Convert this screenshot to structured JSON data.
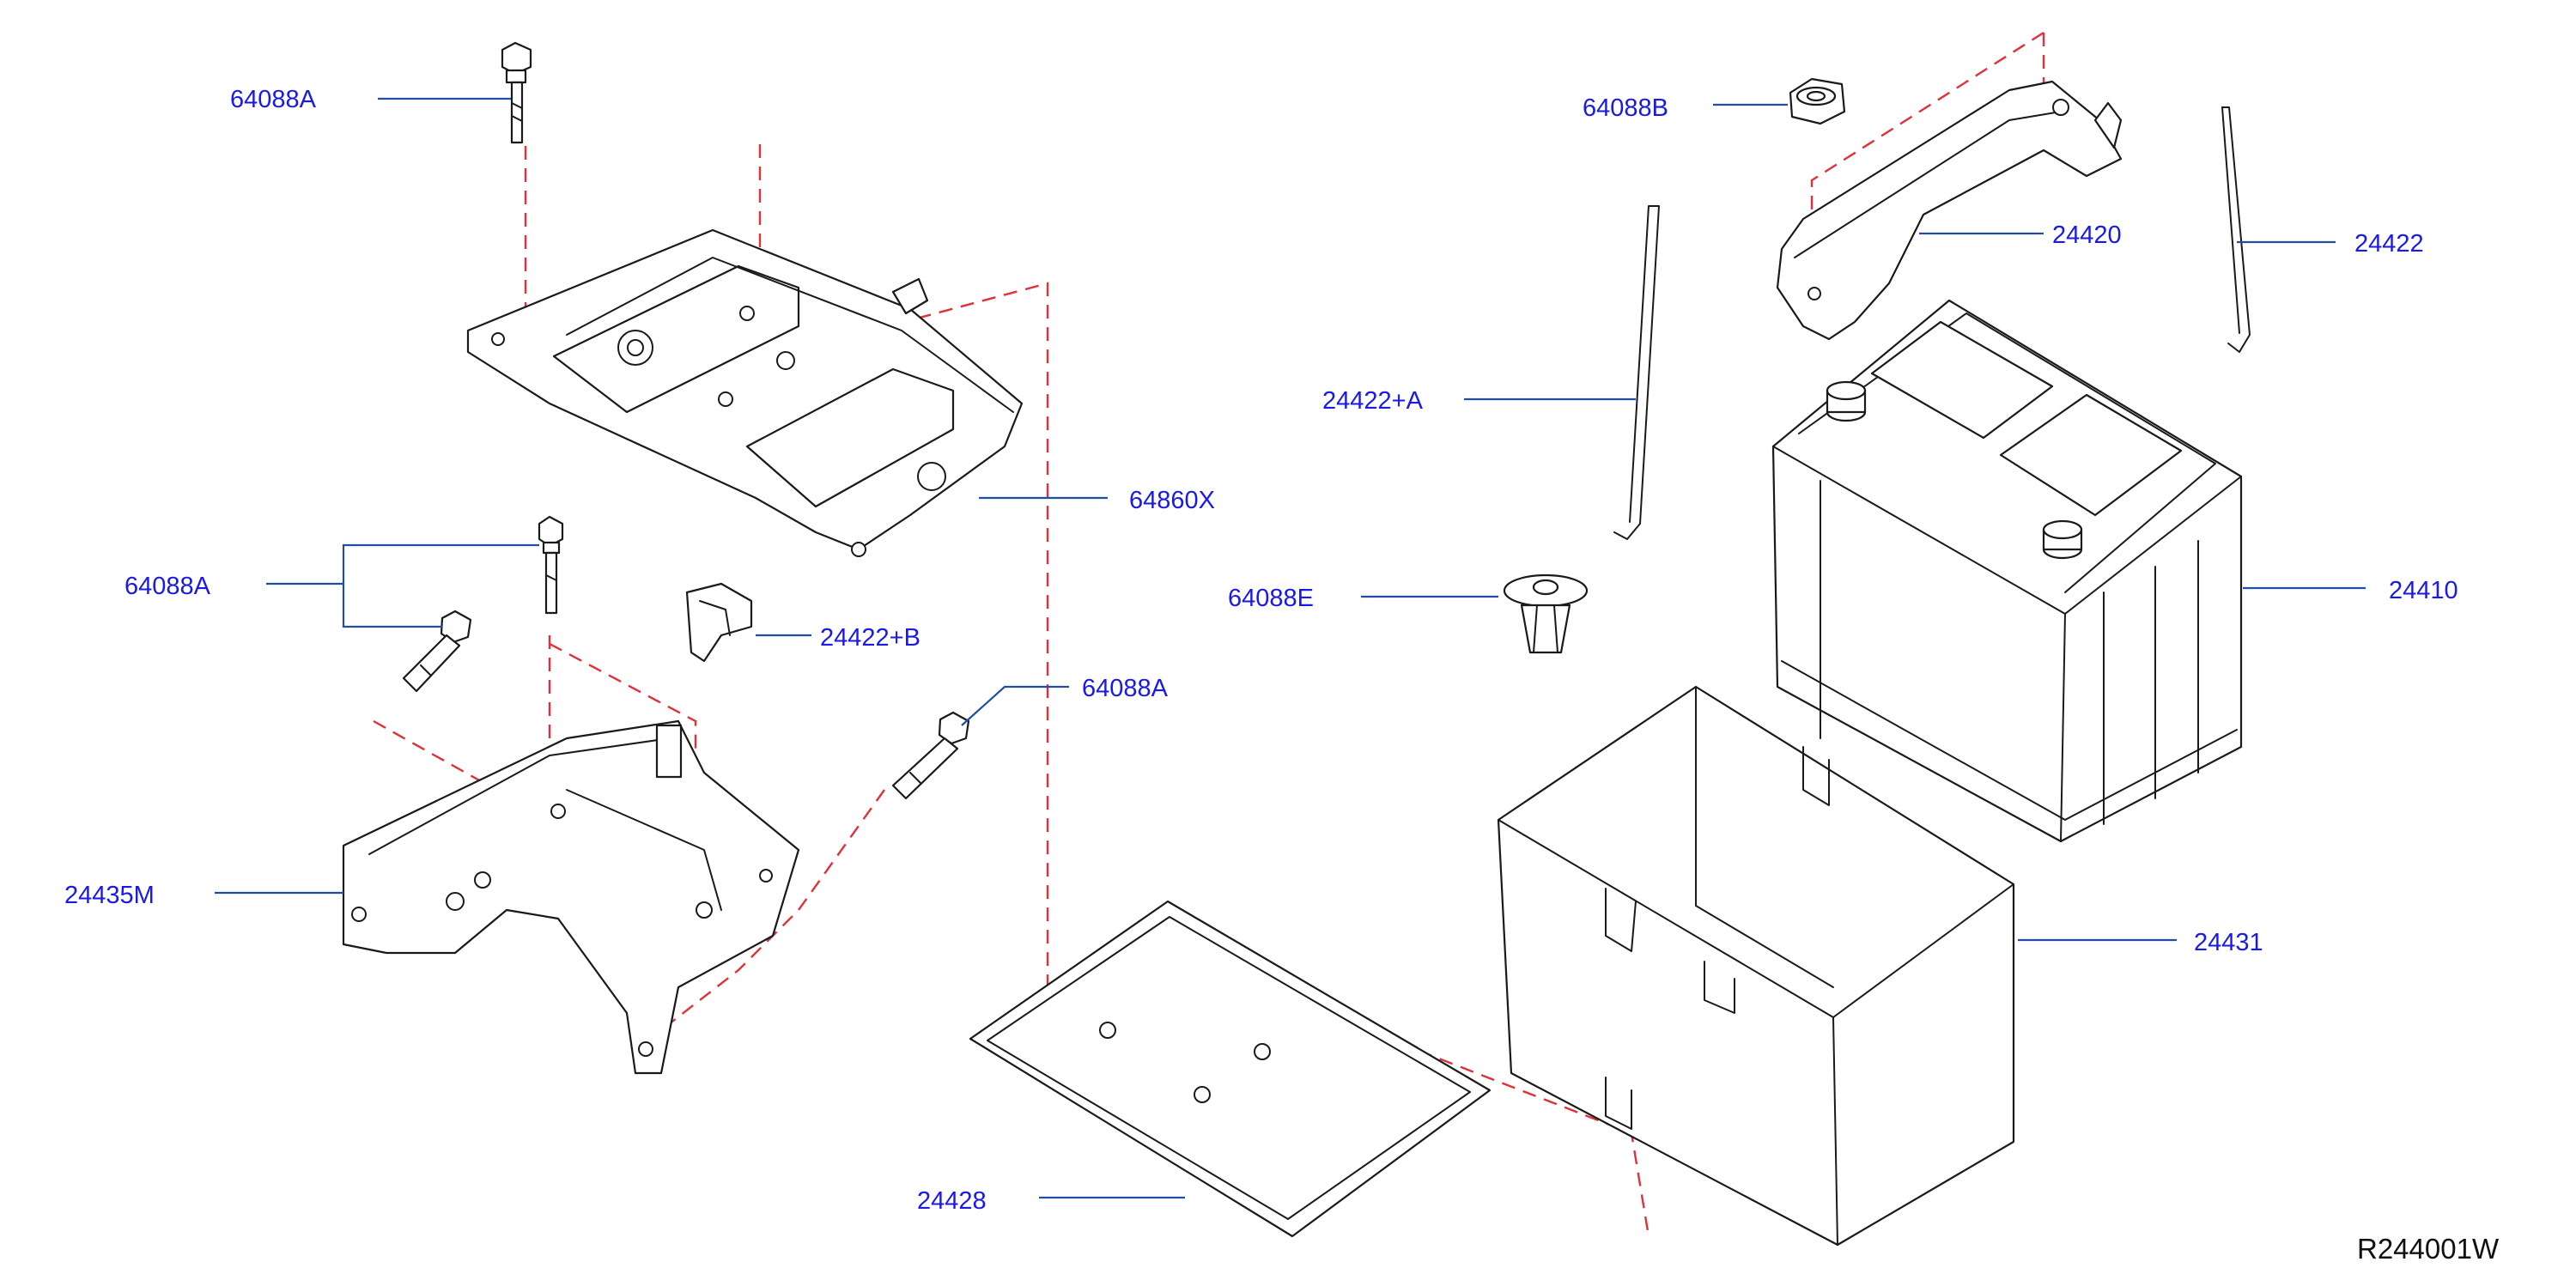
{
  "diagram": {
    "reference_code": "R244001W",
    "callouts": {
      "bolt_top": "64088A",
      "nut": "64088B",
      "hold_down_bracket": "24420",
      "rod_right": "24422",
      "rod_left": "24422+A",
      "battery_support": "64860X",
      "bolts_left": "64088A",
      "clip": "24422+B",
      "bolt_right": "64088A",
      "grommet_clip": "64088E",
      "battery": "24410",
      "lower_bracket": "24435M",
      "battery_cover": "24431",
      "battery_tray": "24428"
    },
    "colors": {
      "callout_text": "#1a1ae6",
      "leader_line": "#1f4f9e",
      "alignment_dash": "#e0303a",
      "part_outline": "#1a1a1a"
    }
  }
}
